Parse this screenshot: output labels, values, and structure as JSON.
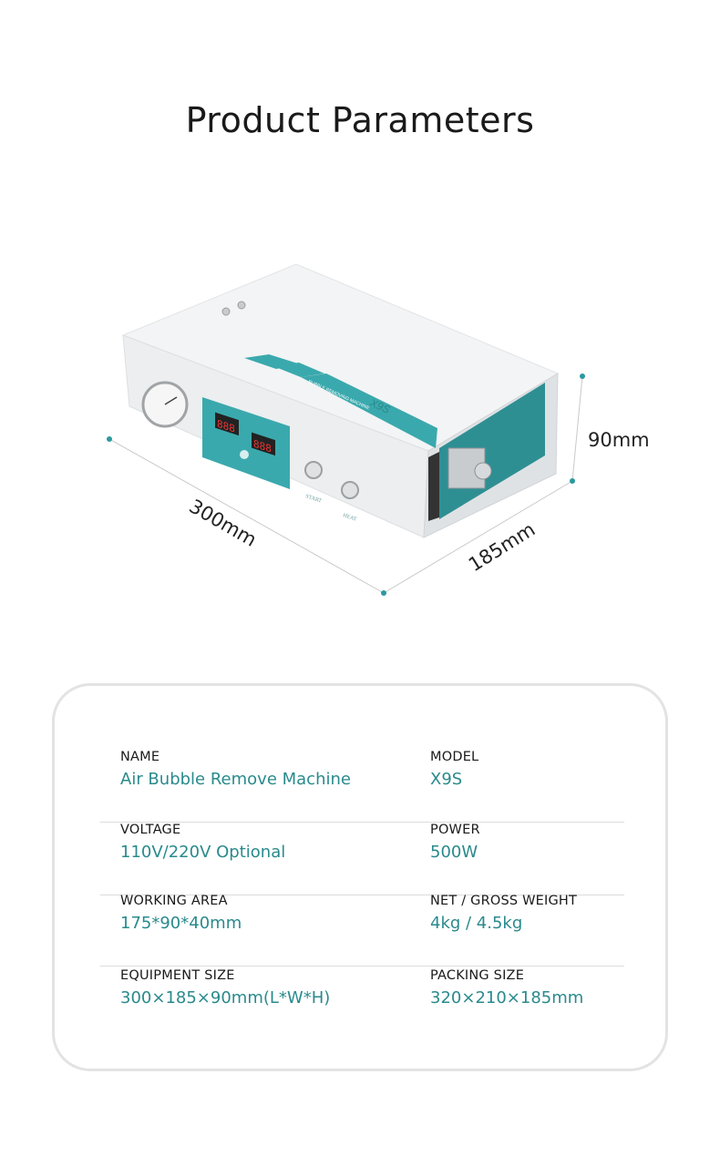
{
  "title": "Product Parameters",
  "product": {
    "model_label": "X9S",
    "subtitle_label": "BUBBLE REMOVING MACHINE",
    "display_digits": "888",
    "start_label": "START",
    "heat_label": "HEAT",
    "dimensions": {
      "length": "300mm",
      "width": "185mm",
      "height": "90mm"
    }
  },
  "colors": {
    "accent": "#2a8a8c",
    "machine_teal": "#3aa9ad"
  },
  "params": [
    [
      {
        "label": "NAME",
        "value": "Air Bubble Remove Machine"
      },
      {
        "label": "MODEL",
        "value": "X9S"
      }
    ],
    [
      {
        "label": "VOLTAGE",
        "value": "110V/220V Optional"
      },
      {
        "label": "POWER",
        "value": "500W"
      }
    ],
    [
      {
        "label": "WORKING AREA",
        "value": "175*90*40mm"
      },
      {
        "label": "NET / GROSS WEIGHT",
        "value": "4kg / 4.5kg"
      }
    ],
    [
      {
        "label": "EQUIPMENT SIZE",
        "value": "300×185×90mm(L*W*H)"
      },
      {
        "label": "PACKING SIZE",
        "value": "320×210×185mm"
      }
    ]
  ]
}
